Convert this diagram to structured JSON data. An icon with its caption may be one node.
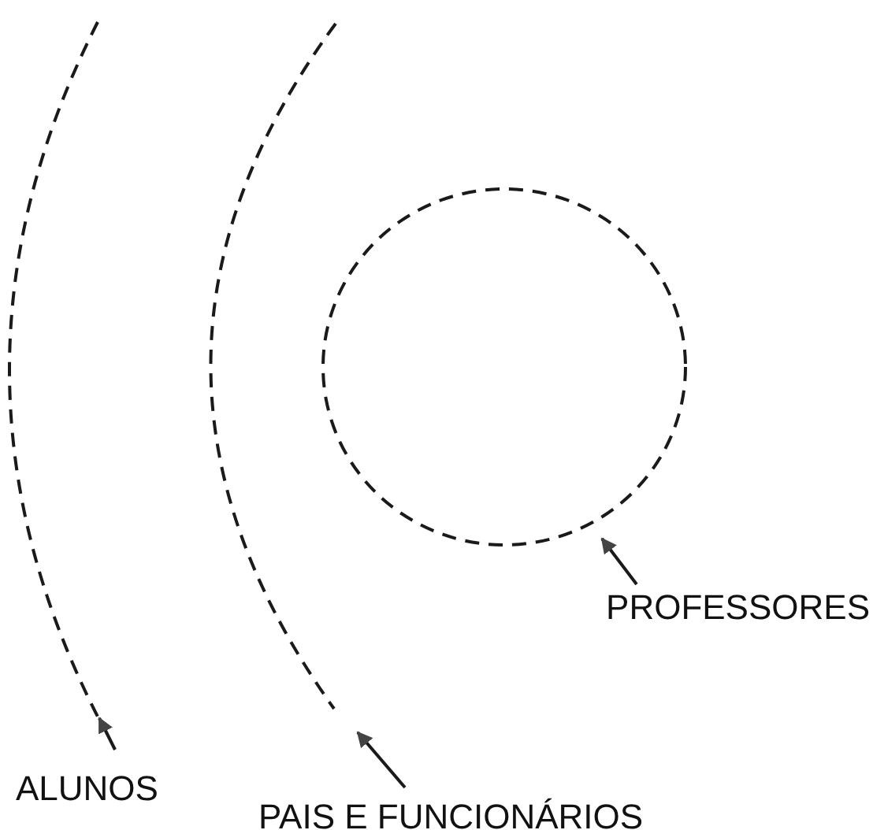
{
  "diagram": {
    "nodes": [
      {
        "text": [],
        "shape": "arc"
      },
      {
        "text": [],
        "shape": "arc"
      },
      {
        "text": [],
        "shape": "circle"
      },
      {
        "text": [
          "PROFESSORES"
        ]
      },
      {
        "text": [
          "ALUNOS"
        ]
      },
      {
        "text": [
          "PAIS E FUNCIONÁRIOS"
        ]
      }
    ],
    "edges": [
      {
        "from": 3,
        "to": 2,
        "arrow": "to"
      },
      {
        "from": 4,
        "to": 0,
        "arrow": "to"
      },
      {
        "from": 5,
        "to": 1,
        "arrow": "to"
      }
    ]
  }
}
